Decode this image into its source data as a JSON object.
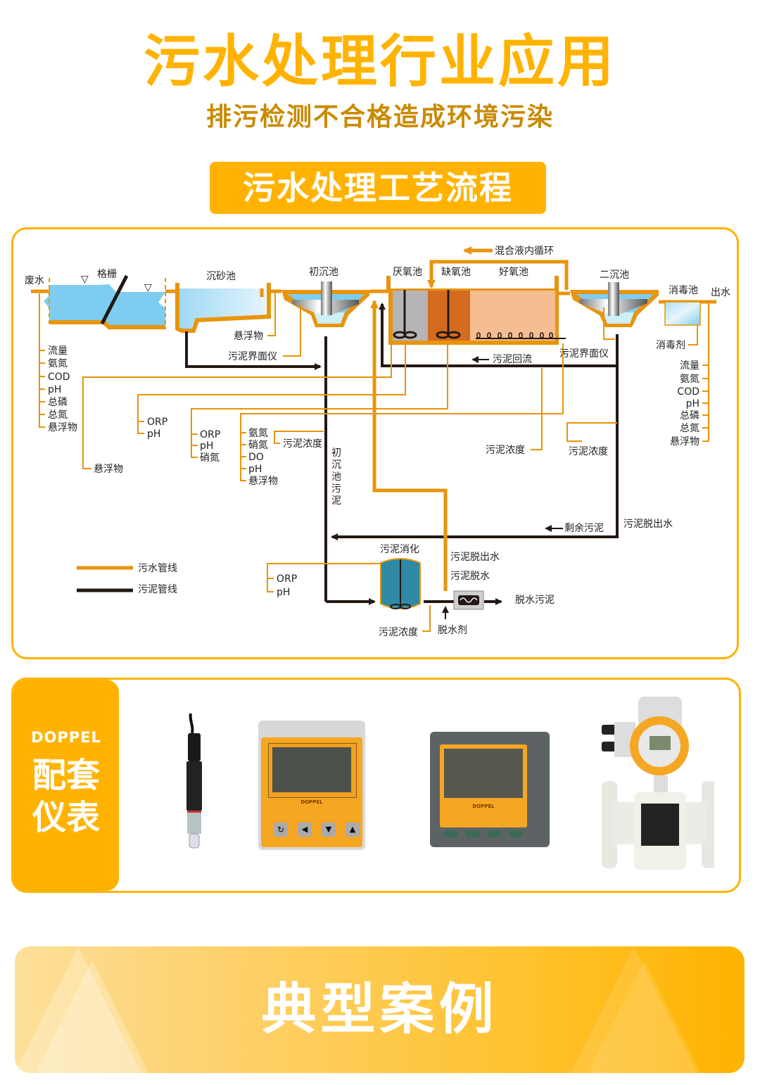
{
  "header": {
    "title": "污水处理行业应用",
    "subtitle": "排污检测不合格造成环境污染",
    "section_badge": "污水处理工艺流程"
  },
  "colors": {
    "accent": "#ffb300",
    "sewage_pipe": "#e8940c",
    "sludge_pipe": "#231815",
    "water": "#7ecdf0",
    "anaerobic": "#b5b5b5",
    "anoxic": "#d46b1e",
    "aerobic": "#f4bd92",
    "digester": "#2f8aa6"
  },
  "diagram": {
    "units": {
      "wastewater": "废水",
      "screen": "格栅",
      "grit_chamber": "沉砂池",
      "primary_clarifier": "初沉池",
      "anaerobic_tank": "厌氧池",
      "anoxic_tank": "缺氧池",
      "aerobic_tank": "好氧池",
      "secondary_clarifier": "二沉池",
      "disinfection_tank": "消毒池",
      "effluent": "出水",
      "digester": "污泥消化",
      "dewatering": "污泥脱水"
    },
    "flows": {
      "internal_recycle": "混合液内循环",
      "sludge_return": "污泥回流",
      "excess_sludge": "剩余污泥",
      "sludge_filtrate_right": "污泥脱出水",
      "sludge_filtrate": "污泥脱出水",
      "primary_sludge": "初沉池污泥",
      "dewatered_sludge": "脱水污泥",
      "dewatering_agent": "脱水剂",
      "disinfectant": "消毒剂"
    },
    "measurements": {
      "influent": [
        "流量",
        "氨氮",
        "COD",
        "pH",
        "总磷",
        "总氮",
        "悬浮物"
      ],
      "grit_ss": "悬浮物",
      "primary_interface": "污泥界面仪",
      "grit_outlet_ss": "悬浮物",
      "anaerobic": [
        "ORP",
        "pH"
      ],
      "anoxic": [
        "ORP",
        "pH",
        "硝氮"
      ],
      "aerobic": [
        "氨氮",
        "硝氮",
        "DO",
        "pH",
        "悬浮物"
      ],
      "aerobic_mlss": "污泥浓度",
      "return_sludge_conc": "污泥浓度",
      "excess_sludge_conc": "污泥浓度",
      "secondary_interface": "污泥界面仪",
      "digester": [
        "ORP",
        "pH"
      ],
      "digester_sludge_conc": "污泥浓度",
      "effluent": [
        "流量",
        "氨氮",
        "COD",
        "pH",
        "总磷",
        "总氮",
        "悬浮物"
      ]
    },
    "legend": [
      {
        "label": "污水管线",
        "color": "#e8940c"
      },
      {
        "label": "污泥管线",
        "color": "#231815"
      }
    ]
  },
  "instruments": {
    "brand": "DOPPEL",
    "title_line1": "配套",
    "title_line2": "仪表",
    "panel_logo": "DOPPEL",
    "products": [
      "ph-electrode",
      "square-analyzer",
      "panel-controller",
      "electromagnetic-flowmeter"
    ]
  },
  "cases": {
    "title": "典型案例"
  }
}
